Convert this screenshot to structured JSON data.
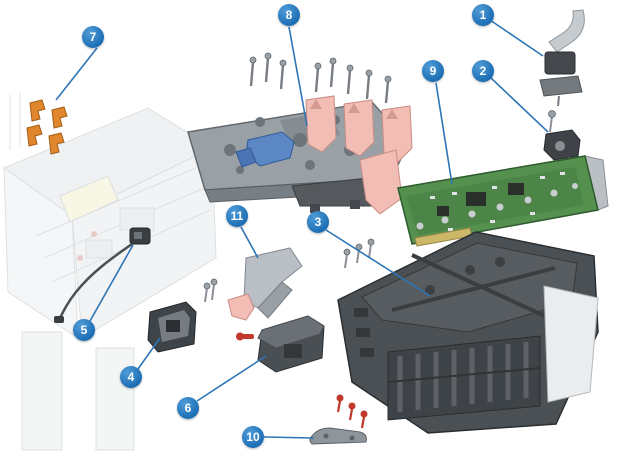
{
  "diagram": {
    "callouts": [
      {
        "label": "1"
      },
      {
        "label": "2"
      },
      {
        "label": "3"
      },
      {
        "label": "4"
      },
      {
        "label": "5"
      },
      {
        "label": "6"
      },
      {
        "label": "7"
      },
      {
        "label": "8"
      },
      {
        "label": "9"
      },
      {
        "label": "10"
      },
      {
        "label": "11"
      }
    ]
  },
  "colors": {
    "callout_blue": "#1b6db3",
    "leader_blue": "#2e75b6",
    "clip_orange": "#e0862d",
    "pca_green": "#55904e",
    "flex_pink": "#f2bdb4",
    "latch_blue": "#5b87c5",
    "screw_red": "#c0392b",
    "enclosure_gray": "#4b5054"
  }
}
